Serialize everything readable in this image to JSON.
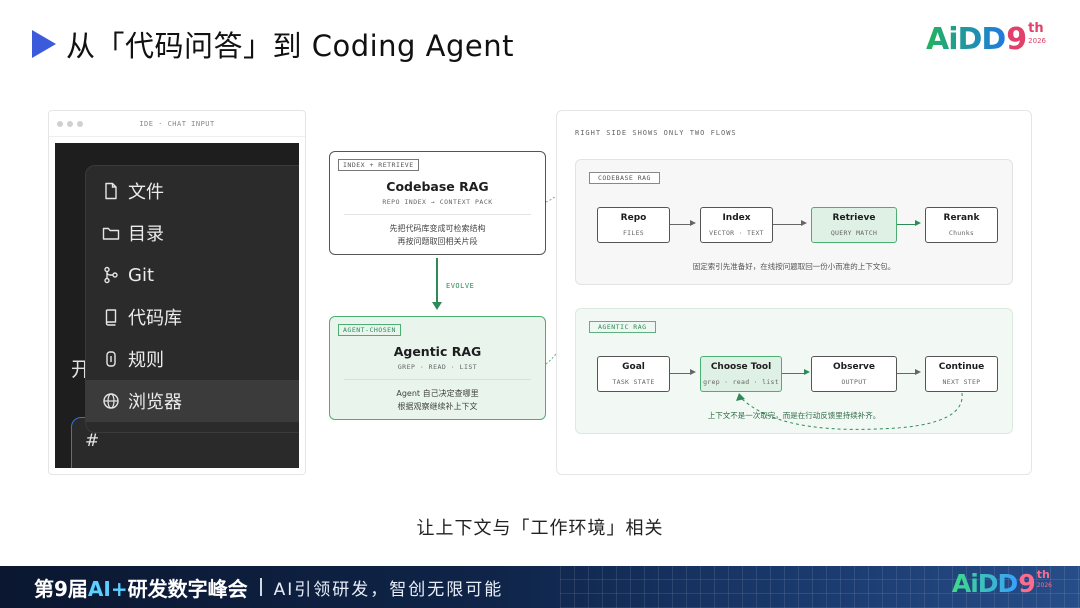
{
  "header": {
    "title": "从「代码问答」到 Coding Agent"
  },
  "logo": {
    "main": "AiDD",
    "nine": "9",
    "th": "th",
    "year": "2026"
  },
  "ide": {
    "bar_label": "IDE · CHAT INPUT",
    "menu": [
      {
        "icon": "file-icon",
        "label": "文件"
      },
      {
        "icon": "folder-icon",
        "label": "目录"
      },
      {
        "icon": "git-branch-icon",
        "label": "Git"
      },
      {
        "icon": "repository-icon",
        "label": "代码库"
      },
      {
        "icon": "rules-icon",
        "label": "规则"
      },
      {
        "icon": "globe-icon",
        "label": "浏览器"
      }
    ],
    "active_index": 5,
    "behind_text": "开",
    "input_text": "#"
  },
  "evolution": {
    "rag": {
      "tag": "INDEX + RETRIEVE",
      "title": "Codebase RAG",
      "sub": "REPO INDEX → CONTEXT PACK",
      "desc_line1": "先把代码库变成可检索结构",
      "desc_line2": "再按问题取回相关片段"
    },
    "arrow_label": "EVOLVE",
    "agentic": {
      "tag": "AGENT-CHOSEN",
      "title": "Agentic RAG",
      "sub": "GREP · READ · LIST",
      "desc_line1": "Agent 自己决定查哪里",
      "desc_line2": "根据观察继续补上下文"
    }
  },
  "flows": {
    "heading": "RIGHT SIDE SHOWS ONLY TWO FLOWS",
    "codebase_rag": {
      "tag": "CODEBASE RAG",
      "nodes": [
        {
          "title": "Repo",
          "sub": "FILES"
        },
        {
          "title": "Index",
          "sub": "VECTOR · TEXT"
        },
        {
          "title": "Retrieve",
          "sub": "QUERY MATCH"
        },
        {
          "title": "Rerank",
          "sub": "Chunks"
        }
      ],
      "highlight_index": 2,
      "note": "固定索引先准备好，在线按问题取回一份小而准的上下文包。"
    },
    "agentic_rag": {
      "tag": "AGENTIC RAG",
      "nodes": [
        {
          "title": "Goal",
          "sub": "TASK STATE"
        },
        {
          "title": "Choose Tool",
          "sub": "grep · read · list"
        },
        {
          "title": "Observe",
          "sub": "OUTPUT"
        },
        {
          "title": "Continue",
          "sub": "NEXT STEP"
        }
      ],
      "highlight_index": 1,
      "note": "上下文不是一次取完，而是在行动反馈里持续补齐。"
    }
  },
  "caption": "让上下文与「工作环境」相关",
  "footer": {
    "event_prefix": "第9届",
    "event_highlight": "AI+",
    "event_suffix": "研发数字峰会",
    "slogan": "AI引领研发，智创无限可能"
  },
  "colors": {
    "accent_blue": "#3b5bdb",
    "green": "#2e8b57",
    "green_fill": "#e8f4ec",
    "dark_bg": "#1e1e1e"
  }
}
